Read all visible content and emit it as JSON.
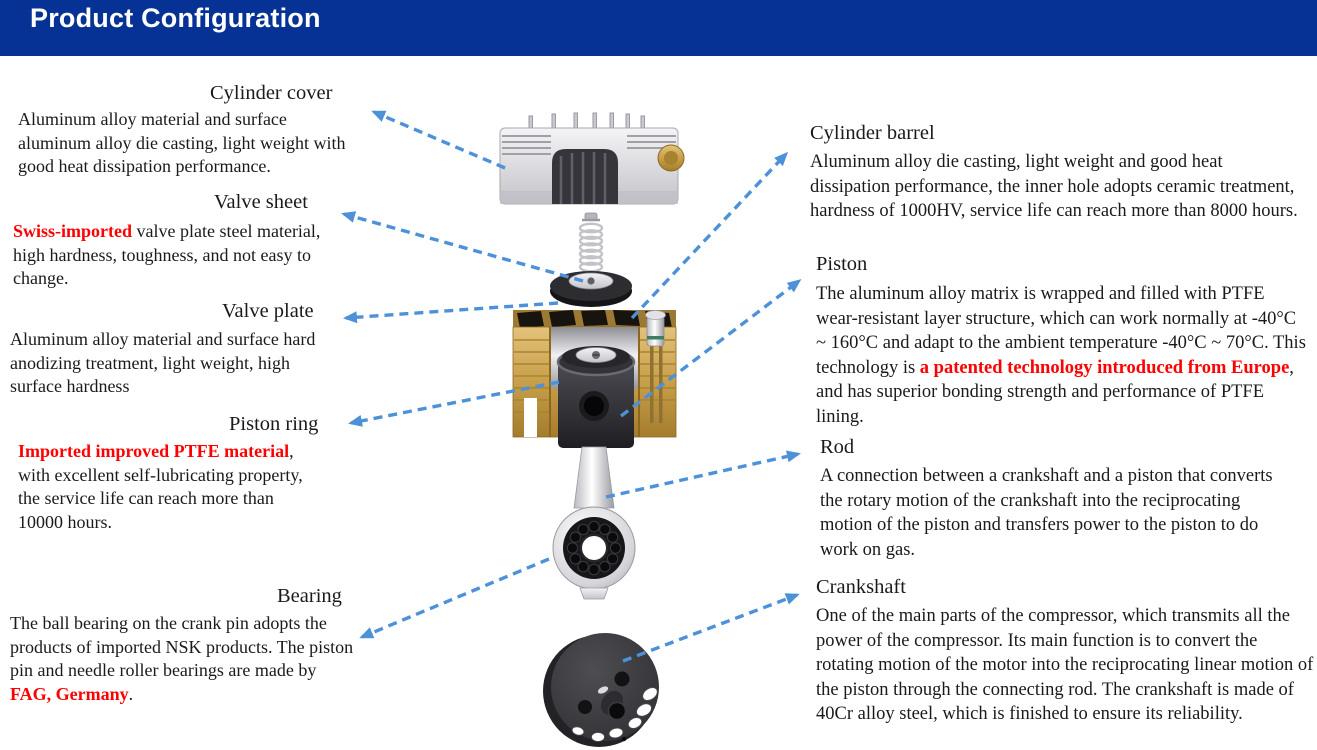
{
  "header": {
    "title": "Product Configuration"
  },
  "colors": {
    "header_bg": "#053294",
    "header_text": "#FFFFFF",
    "body_text": "#1A1A1A",
    "accent_red": "#FF0000",
    "arrow_blue": "#4D91D8",
    "brass_gold": "#C89F4A"
  },
  "parts": {
    "cylinder_cover": {
      "title": "Cylinder cover",
      "desc": [
        {
          "style": "normal",
          "text": "Aluminum alloy material and surface aluminum alloy die casting, light weight with good heat dissipation performance."
        }
      ]
    },
    "valve_sheet": {
      "title": "Valve sheet",
      "desc": [
        {
          "style": "red",
          "text": "Swiss-imported"
        },
        {
          "style": "normal",
          "text": " valve plate steel material, high hardness, toughness, and not easy to change."
        }
      ]
    },
    "valve_plate": {
      "title": "Valve plate",
      "desc": [
        {
          "style": "normal",
          "text": "Aluminum alloy material and surface hard anodizing treatment, light weight, high surface hardness"
        }
      ]
    },
    "piston_ring": {
      "title": "Piston ring",
      "desc": [
        {
          "style": "red",
          "text": "Imported improved PTFE material"
        },
        {
          "style": "normal",
          "text": ", with excellent self-lubricating property, the service life can reach more than 10000 hours."
        }
      ]
    },
    "bearing": {
      "title": "Bearing",
      "desc": [
        {
          "style": "normal",
          "text": "The ball bearing on the crank pin adopts the products of imported NSK products. The piston pin and needle roller bearings are made by "
        },
        {
          "style": "red",
          "text": "FAG, Germany"
        },
        {
          "style": "normal",
          "text": "."
        }
      ]
    },
    "cylinder_barrel": {
      "title": "Cylinder barrel",
      "desc": [
        {
          "style": "normal",
          "text": "Aluminum alloy die casting, light weight and good heat dissipation performance, the inner hole adopts ceramic treatment, hardness of 1000HV, service life can reach more than 8000 hours."
        }
      ]
    },
    "piston": {
      "title": "Piston",
      "desc": [
        {
          "style": "normal",
          "text": "The aluminum alloy matrix is wrapped and filled with PTFE wear-resistant layer structure, which can work normally at -40°C ~ 160°C and adapt to the ambient temperature -40°C ~ 70°C. This technology is "
        },
        {
          "style": "red",
          "text": "a patented technology introduced from Europe"
        },
        {
          "style": "normal",
          "text": ", and has superior bonding strength and performance of PTFE lining."
        }
      ]
    },
    "rod": {
      "title": "Rod",
      "desc": [
        {
          "style": "normal",
          "text": "A connection between a crankshaft and a piston that converts the rotary motion of the crankshaft into the reciprocating motion of the piston and transfers power to the piston to do work on gas."
        }
      ]
    },
    "crankshaft": {
      "title": "Crankshaft",
      "desc": [
        {
          "style": "normal",
          "text": "One of the main parts of the compressor, which transmits all the power of the compressor.  Its main function is to convert the rotating motion of the motor into the reciprocating linear motion of the piston through the connecting rod.  The crankshaft is made of 40Cr alloy steel, which is finished to ensure its reliability."
        }
      ]
    }
  },
  "diagram": {
    "type": "exploded-view",
    "illustrated_parts": [
      "cylinder-cover",
      "spring",
      "valve-sheet",
      "cylinder-barrel",
      "intake-valve",
      "piston",
      "rod",
      "bearing",
      "crankshaft"
    ]
  }
}
